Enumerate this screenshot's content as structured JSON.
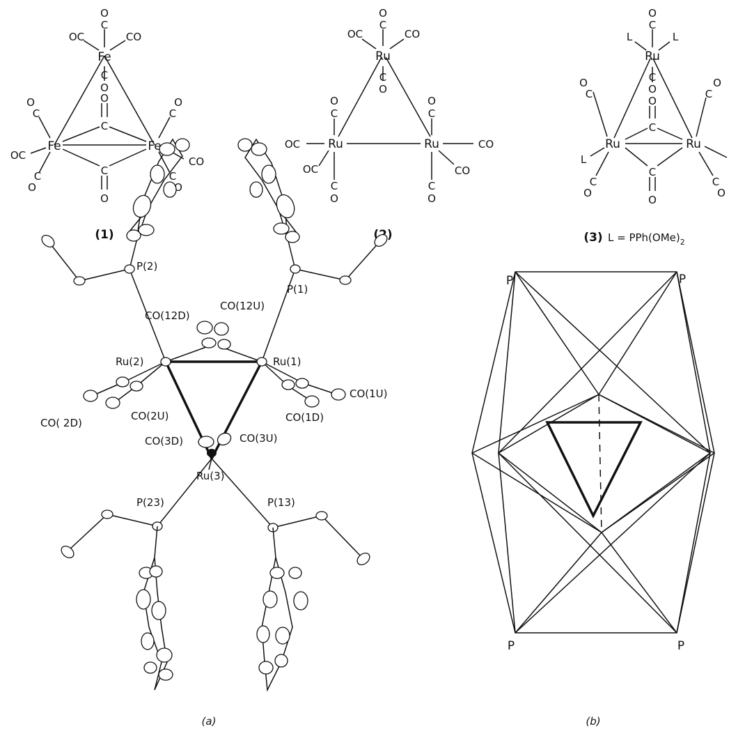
{
  "structures": [
    {
      "caption": "(1)",
      "metal": "Fe",
      "carbonyl_c": "C",
      "carbonyl_o": "O",
      "terminal_co": "OC",
      "terminal_co_right": "CO"
    },
    {
      "caption": "(2)",
      "metal": "Ru",
      "carbonyl_c": "C",
      "carbonyl_o": "O",
      "terminal_co": "OC",
      "terminal_co_right": "CO"
    },
    {
      "caption": "(3)",
      "legend": "L = PPh(OMe)",
      "legend_subscript": "2",
      "metal": "Ru",
      "ligand": "L",
      "carbonyl_c": "C",
      "carbonyl_o": "O",
      "terminal_co": "OC",
      "terminal_co_right": "CO"
    }
  ],
  "ortep": {
    "caption": "(a)",
    "labels": {
      "p2": "P(2)",
      "p1": "P(1)",
      "co12d": "CO(12D)",
      "co12u": "CO(12U)",
      "ru2": "Ru(2)",
      "ru1": "Ru(1)",
      "co2d": "CO( 2D)",
      "co2u": "CO(2U)",
      "co1d": "CO(1D)",
      "co1u": "CO(1U)",
      "co3d": "CO(3D)",
      "co3u": "CO(3U)",
      "ru3": "Ru(3)",
      "p23": "P(23)",
      "p13": "P(13)"
    }
  },
  "polyhedron": {
    "caption": "(b)",
    "vertex_label": "P"
  }
}
